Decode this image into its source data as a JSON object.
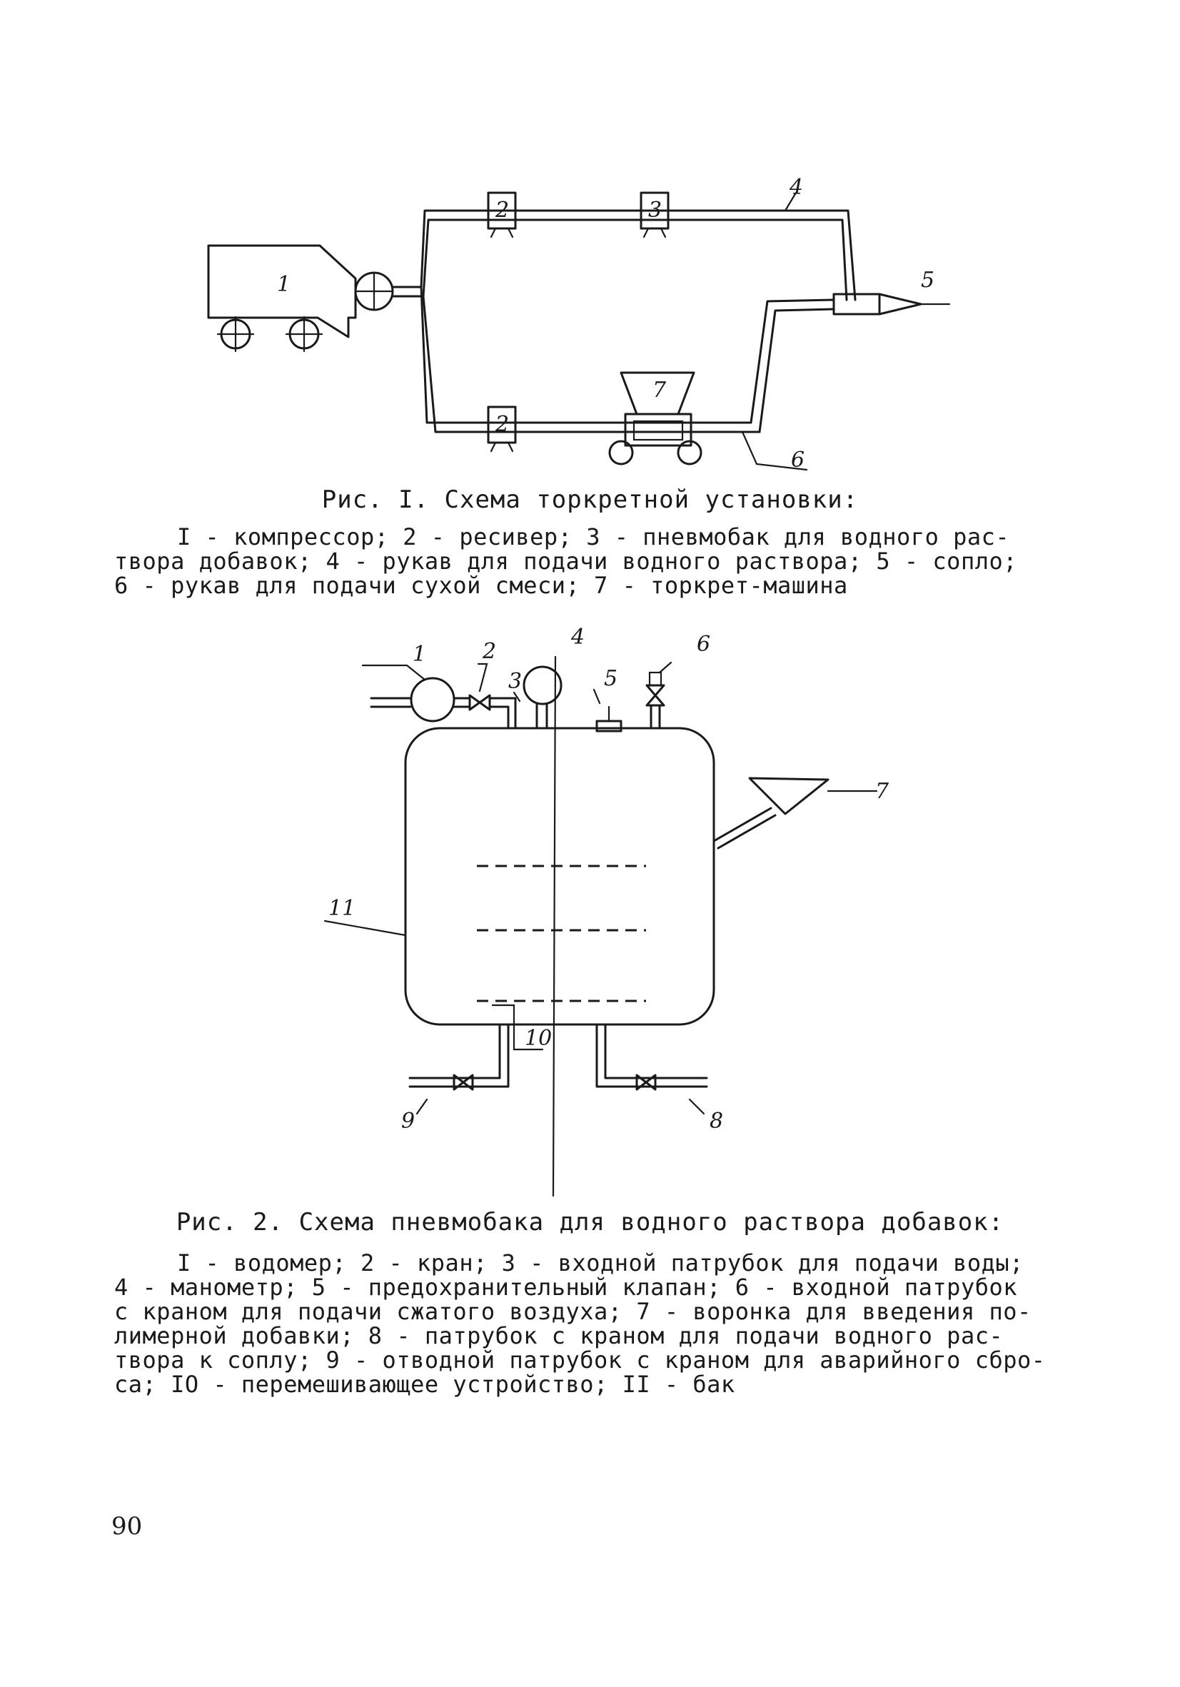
{
  "figure1": {
    "labels": {
      "compressor": "1",
      "receiver_top": "2",
      "tank": "3",
      "hose_water": "4",
      "nozzle": "5",
      "hose_dry": "6",
      "machine": "7",
      "receiver_bottom": "2"
    },
    "caption_title": "Рис. I. Схема торкретной установки:",
    "legend_lines": [
      "I - компрессор; 2 -  ресивер; 3 - пневмобак для водного рас-",
      "твора добавок; 4 - рукав для подачи водного раствора; 5 - сопло;",
      "6 - рукав для подачи сухой смеси; 7 - торкрет-машина"
    ]
  },
  "figure2": {
    "labels": {
      "water_meter": "1",
      "valve": "2",
      "inlet": "3",
      "manometer": "4",
      "safety_valve": "5",
      "air_inlet": "6",
      "funnel": "7",
      "outlet_nozzle": "8",
      "drain": "9",
      "mixer": "10",
      "tank": "11"
    },
    "caption_title": "Рис. 2. Схема пневмобака для водного раствора добавок:",
    "legend_lines": [
      "I - водомер; 2 - кран; 3 - входной патрубок для подачи воды;",
      "4 - манометр; 5 - предохранительный клапан; 6 - входной патрубок",
      "с краном для подачи сжатого воздуха; 7 - воронка для введения по-",
      "лимерной добавки; 8 - патрубок с краном для подачи водного рас-",
      "твора к соплу; 9 - отводной патрубок с краном для аварийного сбро-",
      "са; IO - перемешивающее устройство; II - бак"
    ]
  },
  "page_number": "90"
}
